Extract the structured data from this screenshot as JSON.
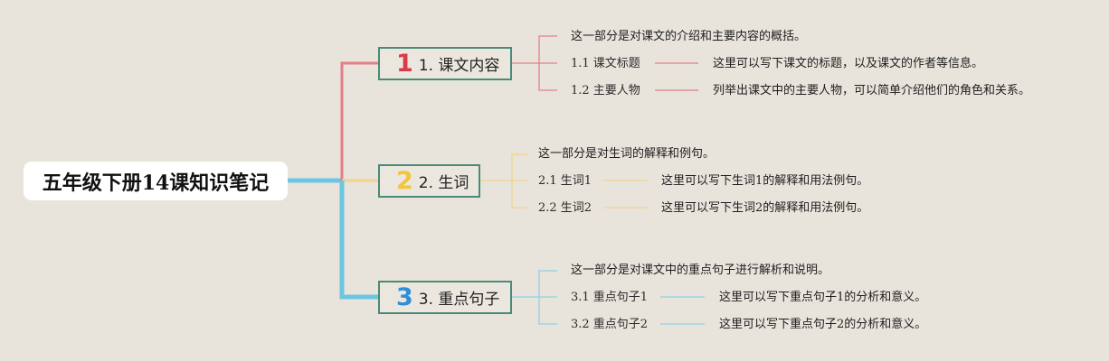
{
  "root": {
    "title": "五年级下册14课知识笔记"
  },
  "branches": [
    {
      "number": "1",
      "label": "1. 课文内容",
      "color": "#e57e85",
      "number_color": "#d93a4a",
      "summary": "这一部分是对课文的介绍和主要内容的概括。",
      "items": [
        {
          "label": "1.1 课文标题",
          "detail": "这里可以写下课文的标题，以及课文的作者等信息。"
        },
        {
          "label": "1.2 主要人物",
          "detail": "列举出课文中的主要人物，可以简单介绍他们的角色和关系。"
        }
      ]
    },
    {
      "number": "2",
      "label": "2. 生词",
      "color": "#f0d48a",
      "number_color": "#f2c53d",
      "summary": "这一部分是对生词的解释和例句。",
      "items": [
        {
          "label": "2.1 生词1",
          "detail": "这里可以写下生词1的解释和用法例句。"
        },
        {
          "label": "2.2 生词2",
          "detail": "这里可以写下生词2的解释和用法例句。"
        }
      ]
    },
    {
      "number": "3",
      "label": "3. 重点句子",
      "color": "#6cc6e0",
      "number_color": "#2f8fd6",
      "summary": "这一部分是对课文中的重点句子进行解析和说明。",
      "items": [
        {
          "label": "3.1 重点句子1",
          "detail": "这里可以写下重点句子1的分析和意义。"
        },
        {
          "label": "3.2 重点句子2",
          "detail": "这里可以写下重点句子2的分析和意义。"
        }
      ]
    }
  ]
}
